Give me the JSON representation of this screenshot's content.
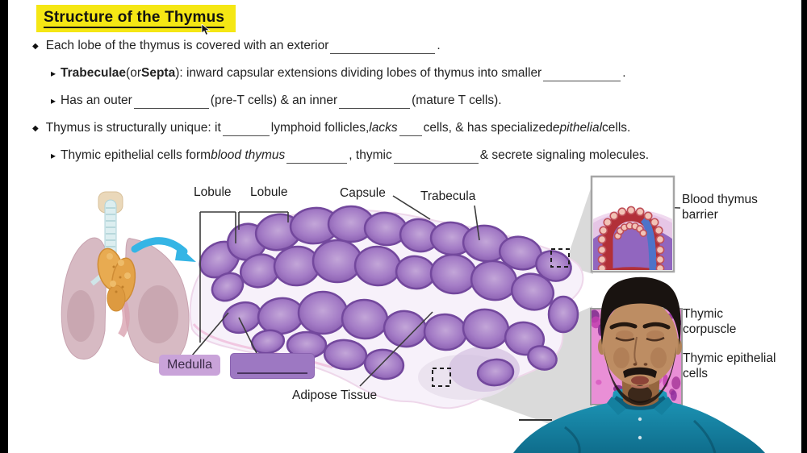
{
  "title": {
    "text": "Structure of the Thymus"
  },
  "bullets": [
    {
      "level": 0,
      "marker": "◆",
      "segments": [
        {
          "t": "Each lobe of the thymus is covered with an exterior "
        },
        {
          "blank": 130
        },
        {
          "t": "."
        }
      ]
    },
    {
      "level": 1,
      "marker": "▸",
      "segments": [
        {
          "t": "Trabeculae",
          "b": true
        },
        {
          "t": " (or "
        },
        {
          "t": "Septa",
          "b": true
        },
        {
          "t": "): inward capsular extensions dividing lobes of thymus into smaller "
        },
        {
          "blank": 96
        },
        {
          "t": "."
        }
      ]
    },
    {
      "level": 1,
      "marker": "▸",
      "segments": [
        {
          "t": "Has an outer "
        },
        {
          "blank": 93
        },
        {
          "t": " (pre-T cells) & an inner "
        },
        {
          "blank": 88
        },
        {
          "t": " (mature T cells)."
        }
      ]
    },
    {
      "level": 0,
      "marker": "◆",
      "segments": [
        {
          "t": "Thymus is structurally unique: it "
        },
        {
          "blank": 58
        },
        {
          "t": " lymphoid follicles, "
        },
        {
          "t": "lacks",
          "i": true
        },
        {
          "t": " "
        },
        {
          "blank": 28
        },
        {
          "t": " cells, & has specialized "
        },
        {
          "t": "epithelial",
          "i": true
        },
        {
          "t": " cells."
        }
      ]
    },
    {
      "level": 1,
      "marker": "▸",
      "segments": [
        {
          "t": "Thymic epithelial cells form "
        },
        {
          "t": "blood thymus",
          "i": true
        },
        {
          "t": " "
        },
        {
          "blank": 75
        },
        {
          "t": ", thymic "
        },
        {
          "blank": 105
        },
        {
          "t": " & secrete signaling molecules."
        }
      ]
    }
  ],
  "diagram": {
    "labels": {
      "lobule_1": "Lobule",
      "lobule_2": "Lobule",
      "capsule": "Capsule",
      "trabecula": "Trabecula",
      "blood_thymus_barrier": "Blood thymus barrier",
      "medulla": "Medulla",
      "adipose_tissue": "Adipose Tissue",
      "thymic_corpuscle": "Thymic corpuscle",
      "thymic_epithelial_cells": "Thymic epithelial cells"
    }
  },
  "colors": {
    "highlight": "#f5e714",
    "medulla_box": "#c9a3d9",
    "answer_box": "#9d78c2",
    "tissue_purple": "#9a72c2",
    "shirt_teal": "#1a87a6",
    "arrow_cyan": "#35b5e5",
    "histology_magenta": "#e98fd6"
  }
}
